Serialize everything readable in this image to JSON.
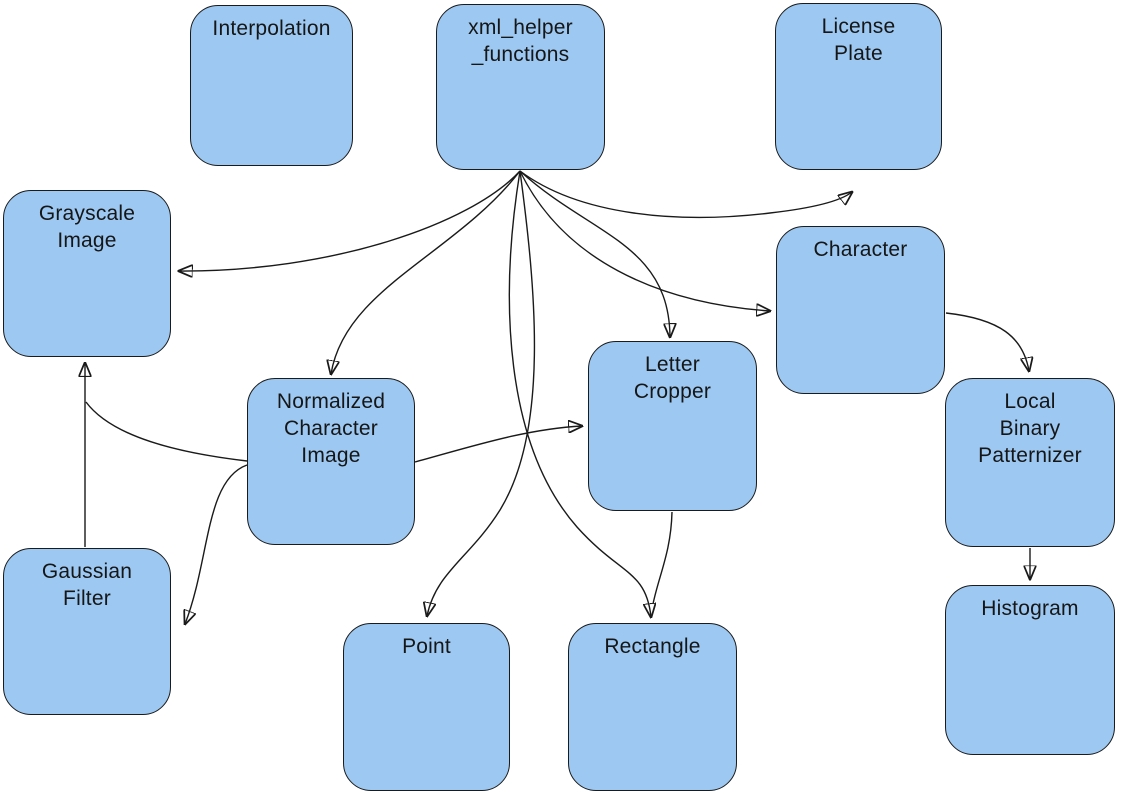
{
  "diagram": {
    "nodes": [
      {
        "id": "interpolation",
        "label": "Interpolation"
      },
      {
        "id": "xml_helper_functions",
        "label": "xml_helper\n_functions"
      },
      {
        "id": "license_plate",
        "label": "License\nPlate"
      },
      {
        "id": "grayscale_image",
        "label": "Grayscale\nImage"
      },
      {
        "id": "character",
        "label": "Character"
      },
      {
        "id": "normalized_character_image",
        "label": "Normalized\nCharacter\nImage"
      },
      {
        "id": "letter_cropper",
        "label": "Letter\nCropper"
      },
      {
        "id": "local_binary_patternizer",
        "label": "Local\nBinary\nPatternizer"
      },
      {
        "id": "gaussian_filter",
        "label": "Gaussian\nFilter"
      },
      {
        "id": "point",
        "label": "Point"
      },
      {
        "id": "rectangle",
        "label": "Rectangle"
      },
      {
        "id": "histogram",
        "label": "Histogram"
      }
    ],
    "edges": [
      {
        "from": "xml_helper_functions",
        "to": "license_plate"
      },
      {
        "from": "xml_helper_functions",
        "to": "grayscale_image"
      },
      {
        "from": "xml_helper_functions",
        "to": "normalized_character_image"
      },
      {
        "from": "xml_helper_functions",
        "to": "character"
      },
      {
        "from": "xml_helper_functions",
        "to": "letter_cropper"
      },
      {
        "from": "xml_helper_functions",
        "to": "point"
      },
      {
        "from": "xml_helper_functions",
        "to": "rectangle"
      },
      {
        "from": "gaussian_filter",
        "to": "grayscale_image"
      },
      {
        "from": "normalized_character_image",
        "to": "grayscale_image"
      },
      {
        "from": "normalized_character_image",
        "to": "gaussian_filter"
      },
      {
        "from": "normalized_character_image",
        "to": "letter_cropper"
      },
      {
        "from": "letter_cropper",
        "to": "rectangle"
      },
      {
        "from": "character",
        "to": "local_binary_patternizer"
      },
      {
        "from": "local_binary_patternizer",
        "to": "histogram"
      }
    ]
  },
  "colors": {
    "background": "#ffffff",
    "node_fill": "#9cc8f2",
    "node_stroke": "#1b1b1b",
    "edge_color": "#1a1a1a"
  }
}
